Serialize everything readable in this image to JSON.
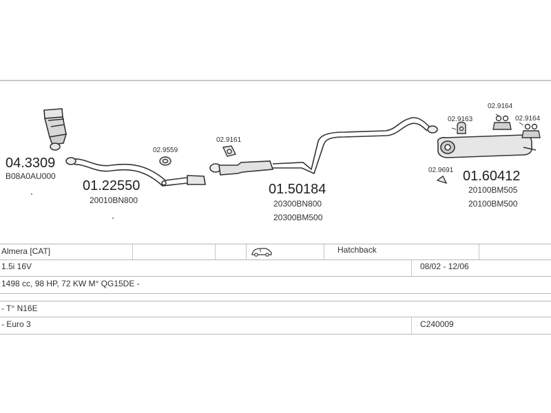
{
  "parts": {
    "catalytic": {
      "number": "04.3309",
      "oem": "B08A0AU000"
    },
    "front_pipe": {
      "number": "01.22550",
      "oem": "20010BN800"
    },
    "gasket_front": {
      "number": "02.9559"
    },
    "gasket_mid": {
      "number": "02.9161"
    },
    "middle_silencer": {
      "number": "01.50184",
      "oem1": "20300BN800",
      "oem2": "20300BM500"
    },
    "ring": {
      "number": "02.9691"
    },
    "rear_silencer": {
      "number": "01.60412",
      "oem1": "20100BM505",
      "oem2": "20100BM500"
    },
    "hanger_a": {
      "number": "02.9163"
    },
    "hanger_b": {
      "number": "02.9164"
    },
    "hanger_c": {
      "number": "02.9164"
    }
  },
  "vehicle": {
    "model": "Almera  [CAT]",
    "body": "Hatchback",
    "engine": "1.5i 16V",
    "years": "08/02 - 12/06",
    "spec": "1498 cc, 98 HP, 72 KW  M° QG15DE -",
    "extra": "- T° N16E",
    "emission": "- Euro 3",
    "code": "C240009"
  }
}
